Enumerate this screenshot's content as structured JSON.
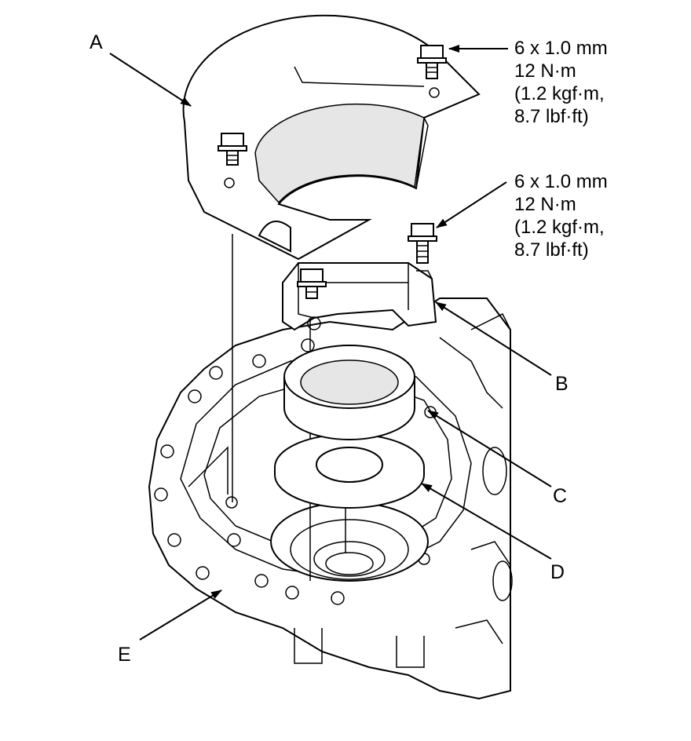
{
  "labels": {
    "a": "A",
    "b": "B",
    "c": "C",
    "d": "D",
    "e": "E"
  },
  "torque_specs": [
    {
      "line1": "6 x 1.0 mm",
      "line2": "12 N·m",
      "line3": "(1.2 kgf·m,",
      "line4": "8.7 lbf·ft)"
    },
    {
      "line1": "6 x 1.0 mm",
      "line2": "12 N·m",
      "line3": "(1.2 kgf·m,",
      "line4": "8.7 lbf·ft)"
    }
  ],
  "colors": {
    "line": "#000000",
    "background": "#ffffff",
    "part_shade": "#e6e6e6"
  }
}
